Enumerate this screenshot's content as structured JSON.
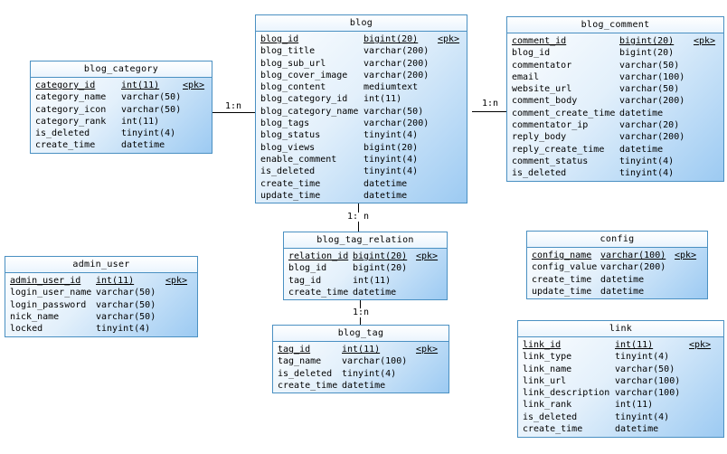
{
  "entities": {
    "blog": {
      "name": "blog",
      "columns": [
        {
          "name": "blog_id",
          "type": "bigint(20)",
          "key": "<pk>"
        },
        {
          "name": "blog_title",
          "type": "varchar(200)",
          "key": ""
        },
        {
          "name": "blog_sub_url",
          "type": "varchar(200)",
          "key": ""
        },
        {
          "name": "blog_cover_image",
          "type": "varchar(200)",
          "key": ""
        },
        {
          "name": "blog_content",
          "type": "mediumtext",
          "key": ""
        },
        {
          "name": "blog_category_id",
          "type": "int(11)",
          "key": ""
        },
        {
          "name": "blog_category_name",
          "type": "varchar(50)",
          "key": ""
        },
        {
          "name": "blog_tags",
          "type": "varchar(200)",
          "key": ""
        },
        {
          "name": "blog_status",
          "type": "tinyint(4)",
          "key": ""
        },
        {
          "name": "blog_views",
          "type": "bigint(20)",
          "key": ""
        },
        {
          "name": "enable_comment",
          "type": "tinyint(4)",
          "key": ""
        },
        {
          "name": "is_deleted",
          "type": "tinyint(4)",
          "key": ""
        },
        {
          "name": "create_time",
          "type": "datetime",
          "key": ""
        },
        {
          "name": "update_time",
          "type": "datetime",
          "key": ""
        }
      ]
    },
    "blog_comment": {
      "name": "blog_comment",
      "columns": [
        {
          "name": "comment_id",
          "type": "bigint(20)",
          "key": "<pk>"
        },
        {
          "name": "blog_id",
          "type": "bigint(20)",
          "key": ""
        },
        {
          "name": "commentator",
          "type": "varchar(50)",
          "key": ""
        },
        {
          "name": "email",
          "type": "varchar(100)",
          "key": ""
        },
        {
          "name": "website_url",
          "type": "varchar(50)",
          "key": ""
        },
        {
          "name": "comment_body",
          "type": "varchar(200)",
          "key": ""
        },
        {
          "name": "comment_create_time",
          "type": "datetime",
          "key": ""
        },
        {
          "name": "commentator_ip",
          "type": "varchar(20)",
          "key": ""
        },
        {
          "name": "reply_body",
          "type": "varchar(200)",
          "key": ""
        },
        {
          "name": "reply_create_time",
          "type": "datetime",
          "key": ""
        },
        {
          "name": "comment_status",
          "type": "tinyint(4)",
          "key": ""
        },
        {
          "name": "is_deleted",
          "type": "tinyint(4)",
          "key": ""
        }
      ]
    },
    "blog_category": {
      "name": "blog_category",
      "columns": [
        {
          "name": "category_id",
          "type": "int(11)",
          "key": "<pk>"
        },
        {
          "name": "category_name",
          "type": "varchar(50)",
          "key": ""
        },
        {
          "name": "category_icon",
          "type": "varchar(50)",
          "key": ""
        },
        {
          "name": "category_rank",
          "type": "int(11)",
          "key": ""
        },
        {
          "name": "is_deleted",
          "type": "tinyint(4)",
          "key": ""
        },
        {
          "name": "create_time",
          "type": "datetime",
          "key": ""
        }
      ]
    },
    "blog_tag_relation": {
      "name": "blog_tag_relation",
      "columns": [
        {
          "name": "relation_id",
          "type": "bigint(20)",
          "key": "<pk>"
        },
        {
          "name": "blog_id",
          "type": "bigint(20)",
          "key": ""
        },
        {
          "name": "tag_id",
          "type": "int(11)",
          "key": ""
        },
        {
          "name": "create_time",
          "type": "datetime",
          "key": ""
        }
      ]
    },
    "blog_tag": {
      "name": "blog_tag",
      "columns": [
        {
          "name": "tag_id",
          "type": "int(11)",
          "key": "<pk>"
        },
        {
          "name": "tag_name",
          "type": "varchar(100)",
          "key": ""
        },
        {
          "name": "is_deleted",
          "type": "tinyint(4)",
          "key": ""
        },
        {
          "name": "create_time",
          "type": "datetime",
          "key": ""
        }
      ]
    },
    "admin_user": {
      "name": "admin_user",
      "columns": [
        {
          "name": "admin_user_id",
          "type": "int(11)",
          "key": "<pk>"
        },
        {
          "name": "login_user_name",
          "type": "varchar(50)",
          "key": ""
        },
        {
          "name": "login_password",
          "type": "varchar(50)",
          "key": ""
        },
        {
          "name": "nick_name",
          "type": "varchar(50)",
          "key": ""
        },
        {
          "name": "locked",
          "type": "tinyint(4)",
          "key": ""
        }
      ]
    },
    "config": {
      "name": "config",
      "columns": [
        {
          "name": "config_name",
          "type": "varchar(100)",
          "key": "<pk>"
        },
        {
          "name": "config_value",
          "type": "varchar(200)",
          "key": ""
        },
        {
          "name": "create_time",
          "type": "datetime",
          "key": ""
        },
        {
          "name": "update_time",
          "type": "datetime",
          "key": ""
        }
      ]
    },
    "link": {
      "name": "link",
      "columns": [
        {
          "name": "link_id",
          "type": "int(11)",
          "key": "<pk>"
        },
        {
          "name": "link_type",
          "type": "tinyint(4)",
          "key": ""
        },
        {
          "name": "link_name",
          "type": "varchar(50)",
          "key": ""
        },
        {
          "name": "link_url",
          "type": "varchar(100)",
          "key": ""
        },
        {
          "name": "link_description",
          "type": "varchar(100)",
          "key": ""
        },
        {
          "name": "link_rank",
          "type": "int(11)",
          "key": ""
        },
        {
          "name": "is_deleted",
          "type": "tinyint(4)",
          "key": ""
        },
        {
          "name": "create_time",
          "type": "datetime",
          "key": ""
        }
      ]
    }
  },
  "relationships": {
    "category_blog": "1:n",
    "blog_comment": "1:n",
    "blog_relation": "1: n",
    "relation_tag": "1:n"
  }
}
